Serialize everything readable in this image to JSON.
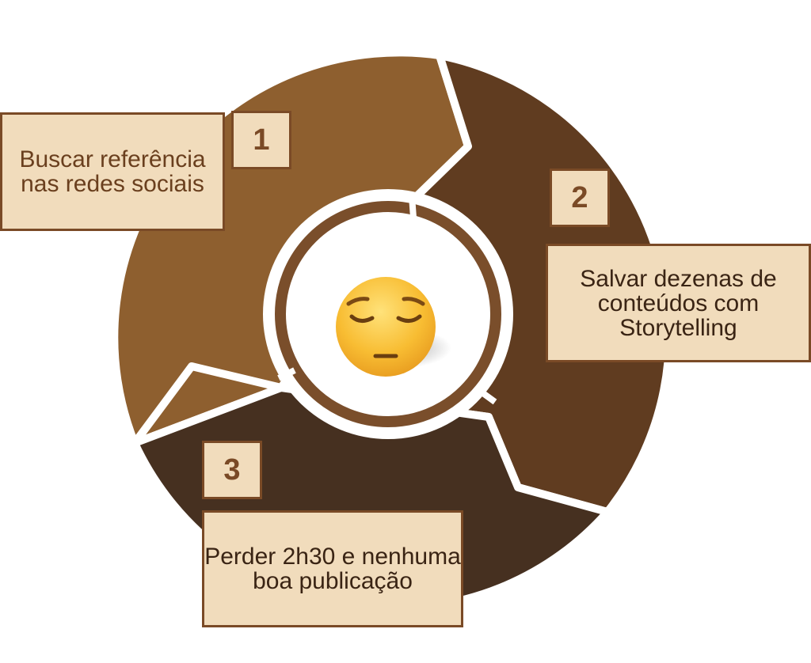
{
  "colors": {
    "segment_1": "#8e5f2f",
    "segment_2": "#603c20",
    "segment_3": "#463020",
    "separator": "#ffffff",
    "box_fill": "#f1dcbc",
    "box_border": "#7a4a26",
    "emoji_face": "#f8bd33"
  },
  "center": {
    "icon": "pensive-face-emoji"
  },
  "steps": [
    {
      "number": "1",
      "label": "Buscar referência nas redes sociais"
    },
    {
      "number": "2",
      "label": "Salvar dezenas de conteúdos com Storytelling"
    },
    {
      "number": "3",
      "label": "Perder 2h30 e nenhuma boa publicação"
    }
  ]
}
